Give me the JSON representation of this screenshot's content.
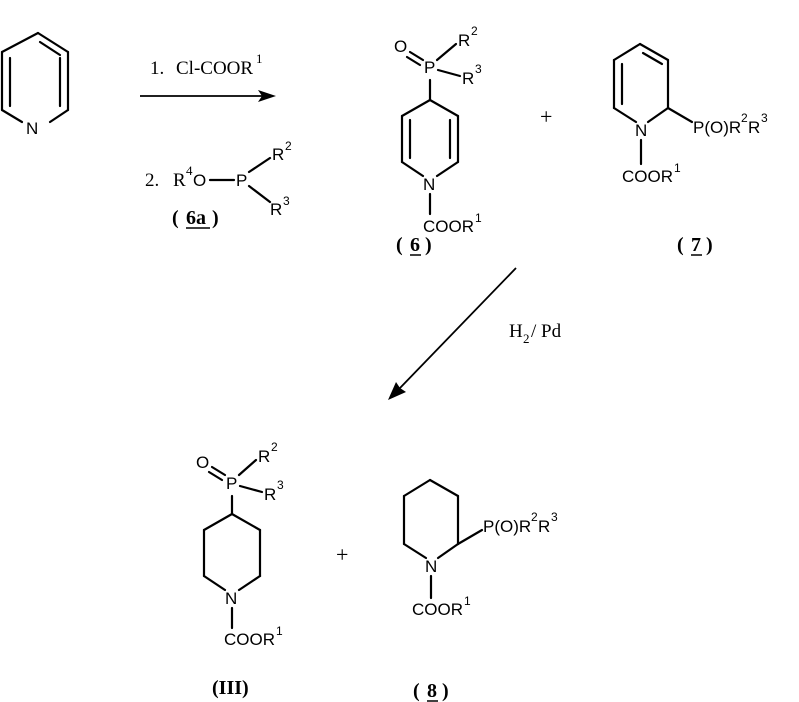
{
  "reagents": {
    "step1_number": "1.",
    "step1_reagent": "Cl-COOR",
    "step1_sup": "1",
    "step2_number": "2.",
    "step2_r": "R",
    "step2_r_sup": "4",
    "step2_o": "O",
    "step2_p": "P",
    "step2_r2": "R",
    "step2_r2_sup": "2",
    "step2_r3": "R",
    "step2_r3_sup": "3",
    "reagent_label": "6a"
  },
  "hydrogenation": {
    "h": "H",
    "h_sub": "2",
    "catalyst": " / Pd"
  },
  "atoms": {
    "N": "N",
    "O": "O",
    "P": "P",
    "R": "R",
    "sup1": "1",
    "sup2": "2",
    "sup3": "3",
    "coor": "COOR",
    "p_group": "P(O)R",
    "p_group_r3": "R"
  },
  "plus": "+",
  "compounds": {
    "c6": "6",
    "c7": "7",
    "c3": "(III)",
    "c8": "8"
  }
}
